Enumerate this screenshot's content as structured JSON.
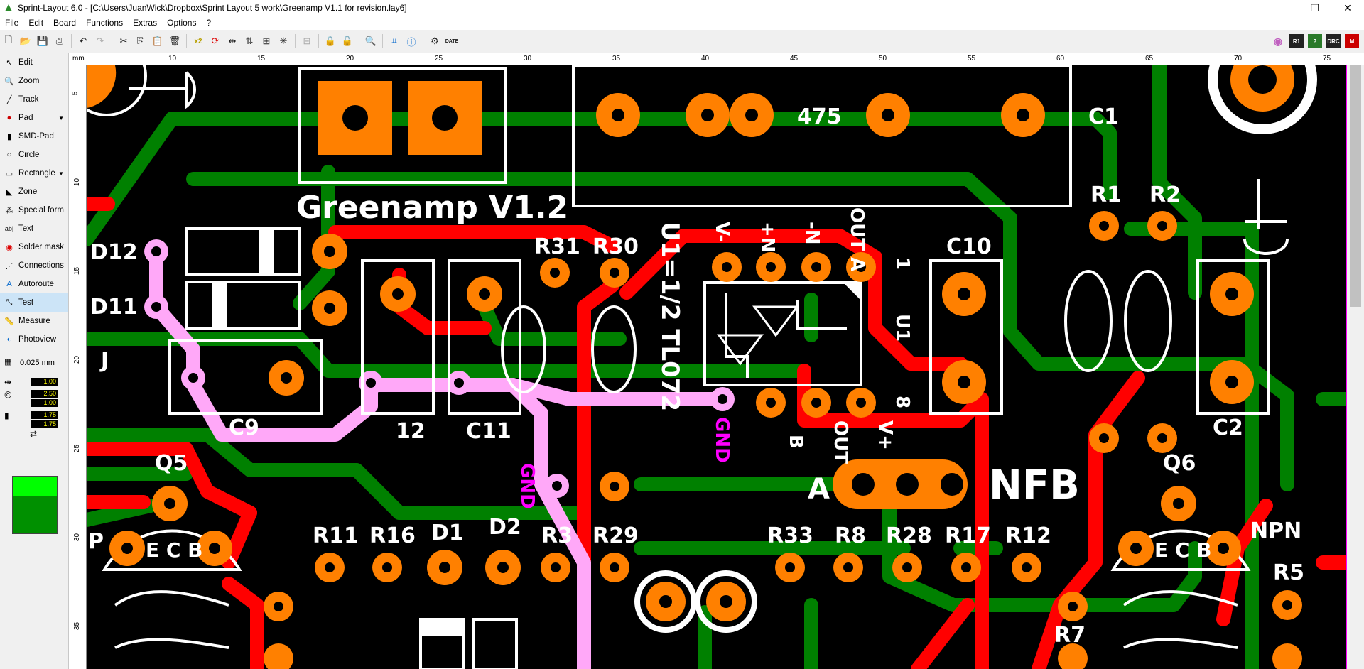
{
  "window": {
    "title": "Sprint-Layout 6.0 - [C:\\Users\\JuanWick\\Dropbox\\Sprint Layout 5 work\\Greenamp V1.1 for revision.lay6]",
    "minimize": "—",
    "maximize": "❐",
    "close": "✕"
  },
  "menu": [
    "File",
    "Edit",
    "Board",
    "Functions",
    "Extras",
    "Options",
    "?"
  ],
  "toolbar_right": [
    "R1",
    "?",
    "DRC",
    "M"
  ],
  "tools": [
    {
      "label": "Edit",
      "icon": "arrow-icon"
    },
    {
      "label": "Zoom",
      "icon": "zoom-icon"
    },
    {
      "label": "Track",
      "icon": "track-icon"
    },
    {
      "label": "Pad",
      "icon": "pad-icon",
      "dropdown": true
    },
    {
      "label": "SMD-Pad",
      "icon": "smd-icon"
    },
    {
      "label": "Circle",
      "icon": "circle-icon"
    },
    {
      "label": "Rectangle",
      "icon": "rectangle-icon",
      "dropdown": true
    },
    {
      "label": "Zone",
      "icon": "zone-icon"
    },
    {
      "label": "Special form",
      "icon": "special-icon"
    },
    {
      "label": "Text",
      "icon": "text-icon"
    },
    {
      "label": "Solder mask",
      "icon": "soldermask-icon"
    },
    {
      "label": "Connections",
      "icon": "connections-icon"
    },
    {
      "label": "Autoroute",
      "icon": "autoroute-icon"
    },
    {
      "label": "Test",
      "icon": "test-icon",
      "active": true
    },
    {
      "label": "Measure",
      "icon": "measure-icon"
    },
    {
      "label": "Photoview",
      "icon": "photoview-icon"
    }
  ],
  "grid": "0.025 mm",
  "track_width": "1.00",
  "pad_outer": "2.50",
  "pad_inner": "1.00",
  "smd_w": "1.75",
  "smd_h": "1.75",
  "ruler": {
    "unit": "mm",
    "h_ticks": [
      "10",
      "15",
      "20",
      "25",
      "30",
      "35",
      "40",
      "45",
      "50",
      "55",
      "60",
      "65",
      "70",
      "75"
    ],
    "v_ticks": [
      "5",
      "10",
      "15",
      "20",
      "25",
      "30",
      "35"
    ]
  },
  "pcb": {
    "title": "Greenamp V1.2",
    "labels": {
      "val475": "475",
      "c1": "C1",
      "r1": "R1",
      "r2": "R2",
      "d12": "D12",
      "d11": "D11",
      "j": "J",
      "r31": "R31",
      "r30": "R30",
      "u1": "U1=1/2 TL072",
      "vminus": "V-",
      "inplus": "+N",
      "inminus": "-N",
      "outa": "OUT A",
      "one": "1",
      "c10": "C10",
      "u1b": "U1",
      "eight": "8",
      "gnd1": "GND",
      "gnd2": "GND",
      "b": "B",
      "out": "OUT",
      "vplus": "V+",
      "a": "A",
      "nfb": "NFB",
      "c9": "C9",
      "c12": "12",
      "c11": "C11",
      "q5": "Q5",
      "q6": "Q6",
      "ecb1": "E C B",
      "ecb2": "E C B",
      "npn": "NPN",
      "p": "P",
      "c2": "C2",
      "r11": "R11",
      "r16": "R16",
      "d1": "D1",
      "d2": "D2",
      "r3": "R3",
      "r29": "R29",
      "r33": "R33",
      "r8": "R8",
      "r28": "R28",
      "r17": "R17",
      "r12": "R12",
      "r5": "R5",
      "r7": "R7"
    }
  },
  "colors": {
    "board": "#000000",
    "copper_top": "#ff0000",
    "copper_bottom": "#008000",
    "pad": "#ff8000",
    "silk": "#ffffff",
    "highlight": "#ffa8f8",
    "gnd_label": "#ff00ff"
  }
}
